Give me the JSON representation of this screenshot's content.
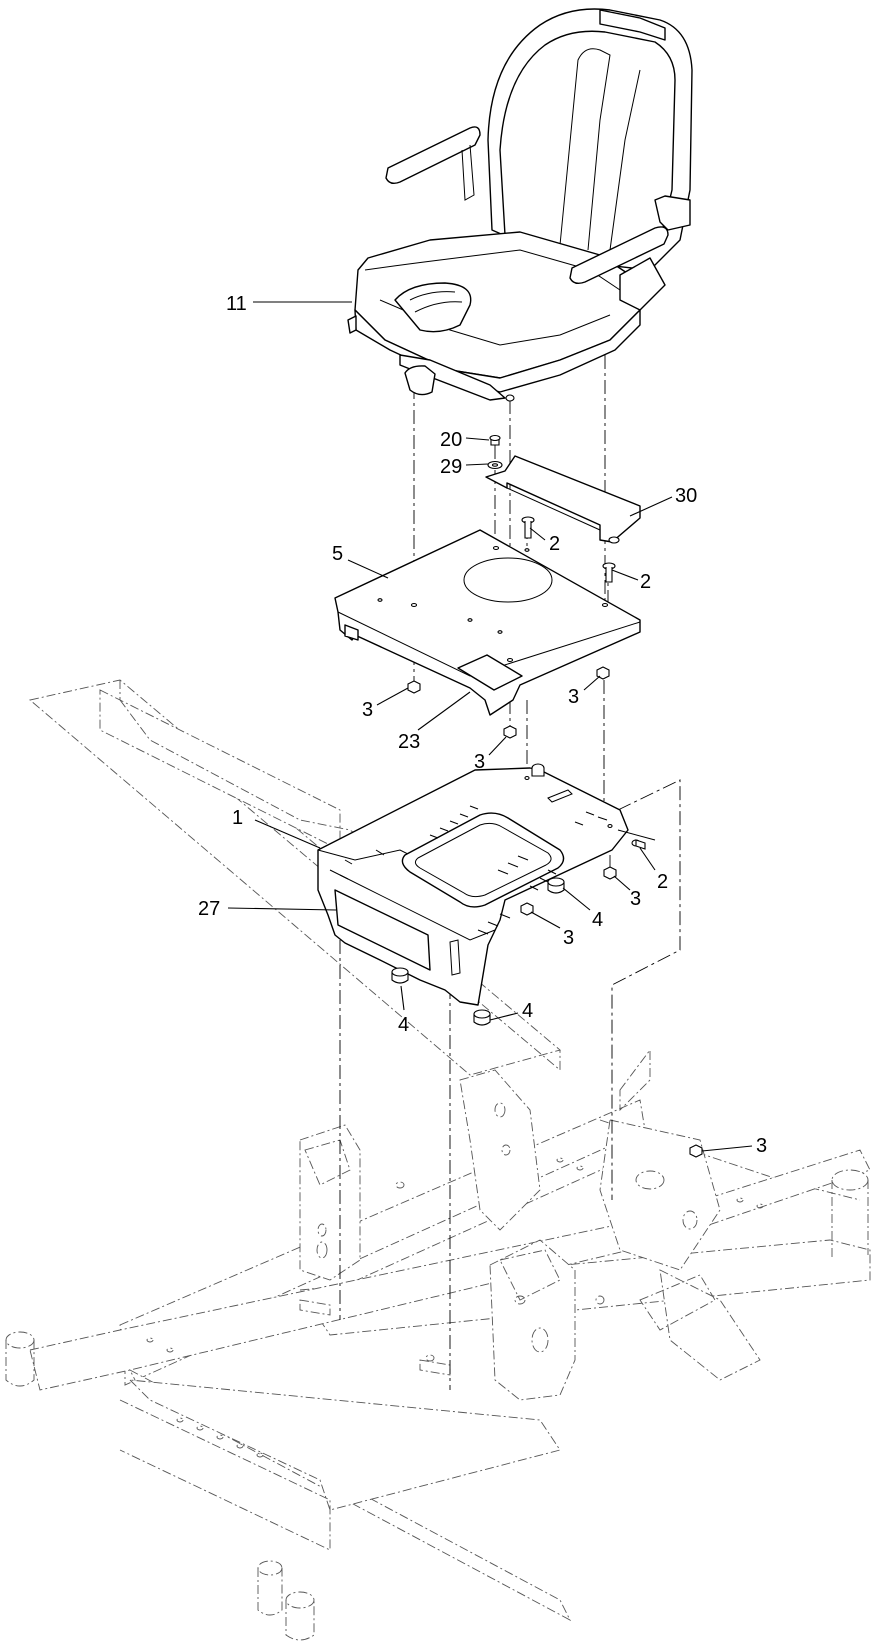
{
  "callouts": {
    "c11": "11",
    "c20": "20",
    "c29": "29",
    "c30": "30",
    "c2a": "2",
    "c2b": "2",
    "c2c": "2",
    "c5": "5",
    "c3a": "3",
    "c3b": "3",
    "c3c": "3",
    "c3d": "3",
    "c3e": "3",
    "c3f": "3",
    "c23": "23",
    "c1": "1",
    "c27": "27",
    "c4a": "4",
    "c4b": "4",
    "c4c": "4"
  }
}
